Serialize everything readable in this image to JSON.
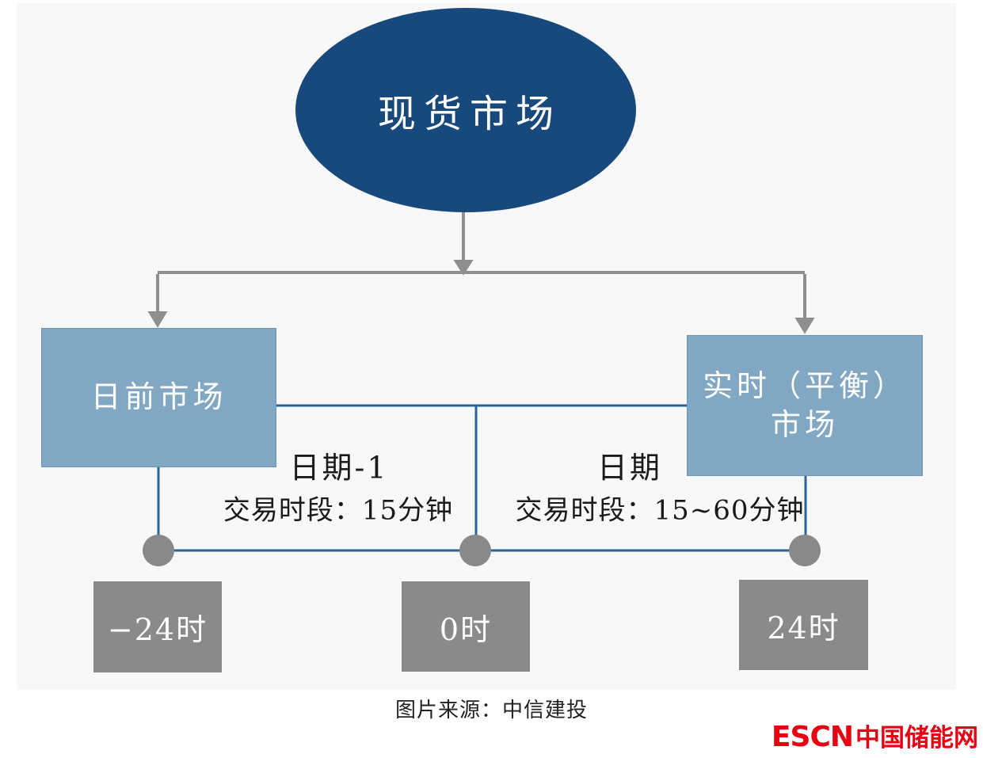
{
  "diagram": {
    "root": {
      "label": "现货市场"
    },
    "left_box": {
      "label": "日前市场"
    },
    "right_box": {
      "label_line1": "实时（平衡）",
      "label_line2": "市场"
    },
    "left_period": {
      "title": "日期-1",
      "detail": "交易时段：15分钟"
    },
    "right_period": {
      "title": "日期",
      "detail": "交易时段：15~60分钟"
    },
    "timeline": {
      "markers": [
        "−24时",
        "0时",
        "24时"
      ]
    },
    "colors": {
      "background": "#f8f8f8",
      "root_node": "#18497d",
      "market_box": "#81a7c3",
      "connector_gray": "#8f8f8f",
      "connector_blue": "#266699",
      "timeline_dot": "#898989",
      "time_box": "#8a8a8a",
      "logo_red": "#e60012"
    }
  },
  "caption": "图片来源：中信建投",
  "logo": {
    "latin": "ESCN",
    "chinese": "中国储能网"
  }
}
